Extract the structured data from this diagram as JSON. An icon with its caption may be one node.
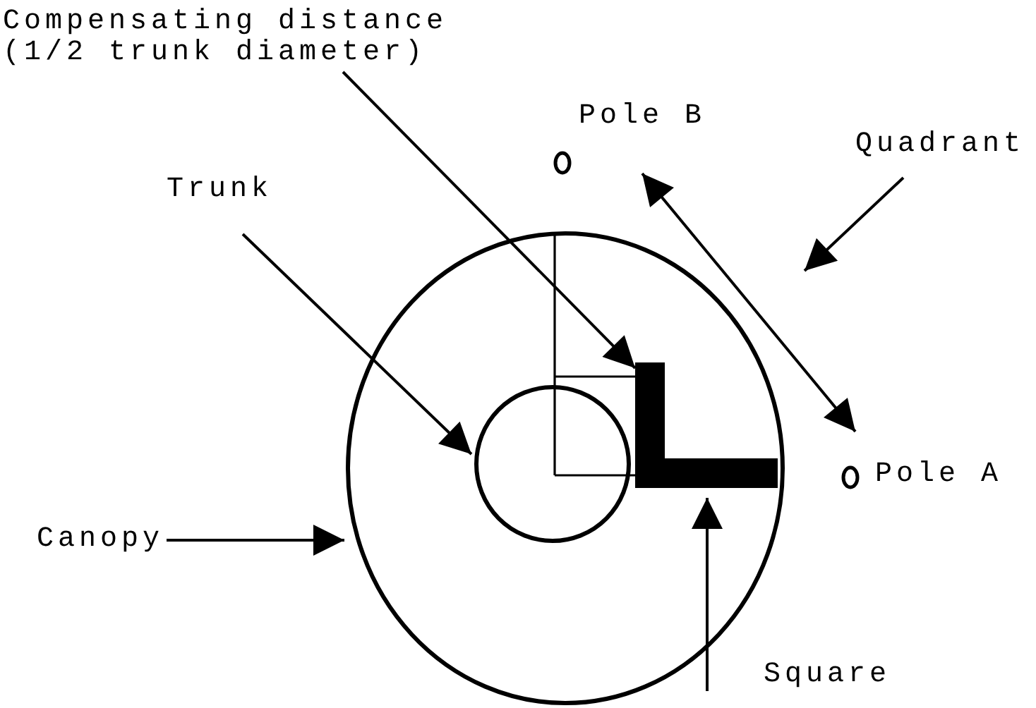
{
  "diagram": {
    "nodes": [
      {
        "text": [
          "Compensating distance (1/2 trunk diameter)"
        ]
      },
      {
        "text": [],
        "shape": "circle",
        "beside": [
          "Pole B"
        ]
      },
      {
        "text": [
          "Quadrant"
        ]
      },
      {
        "text": [
          "Trunk"
        ]
      },
      {
        "text": [],
        "shape": "circle"
      },
      {
        "text": [],
        "shape": "circle",
        "in": 4
      },
      {
        "text": [],
        "shape": "bar",
        "in": 4
      },
      {
        "text": [],
        "shape": "circle",
        "beside": [
          "Pole A"
        ]
      },
      {
        "text": [
          "Canopy"
        ]
      },
      {
        "text": [
          "Square"
        ]
      }
    ],
    "edges": [
      {
        "from": 0,
        "to": 6,
        "arrow": "to"
      },
      {
        "from": 1,
        "to": 7,
        "arrow": "both"
      },
      {
        "from": 2,
        "to": null,
        "arrow": "to"
      },
      {
        "from": 3,
        "to": 5,
        "arrow": "to"
      },
      {
        "from": 8,
        "to": 4,
        "arrow": "to"
      },
      {
        "from": 9,
        "to": 6,
        "arrow": "to"
      }
    ]
  }
}
